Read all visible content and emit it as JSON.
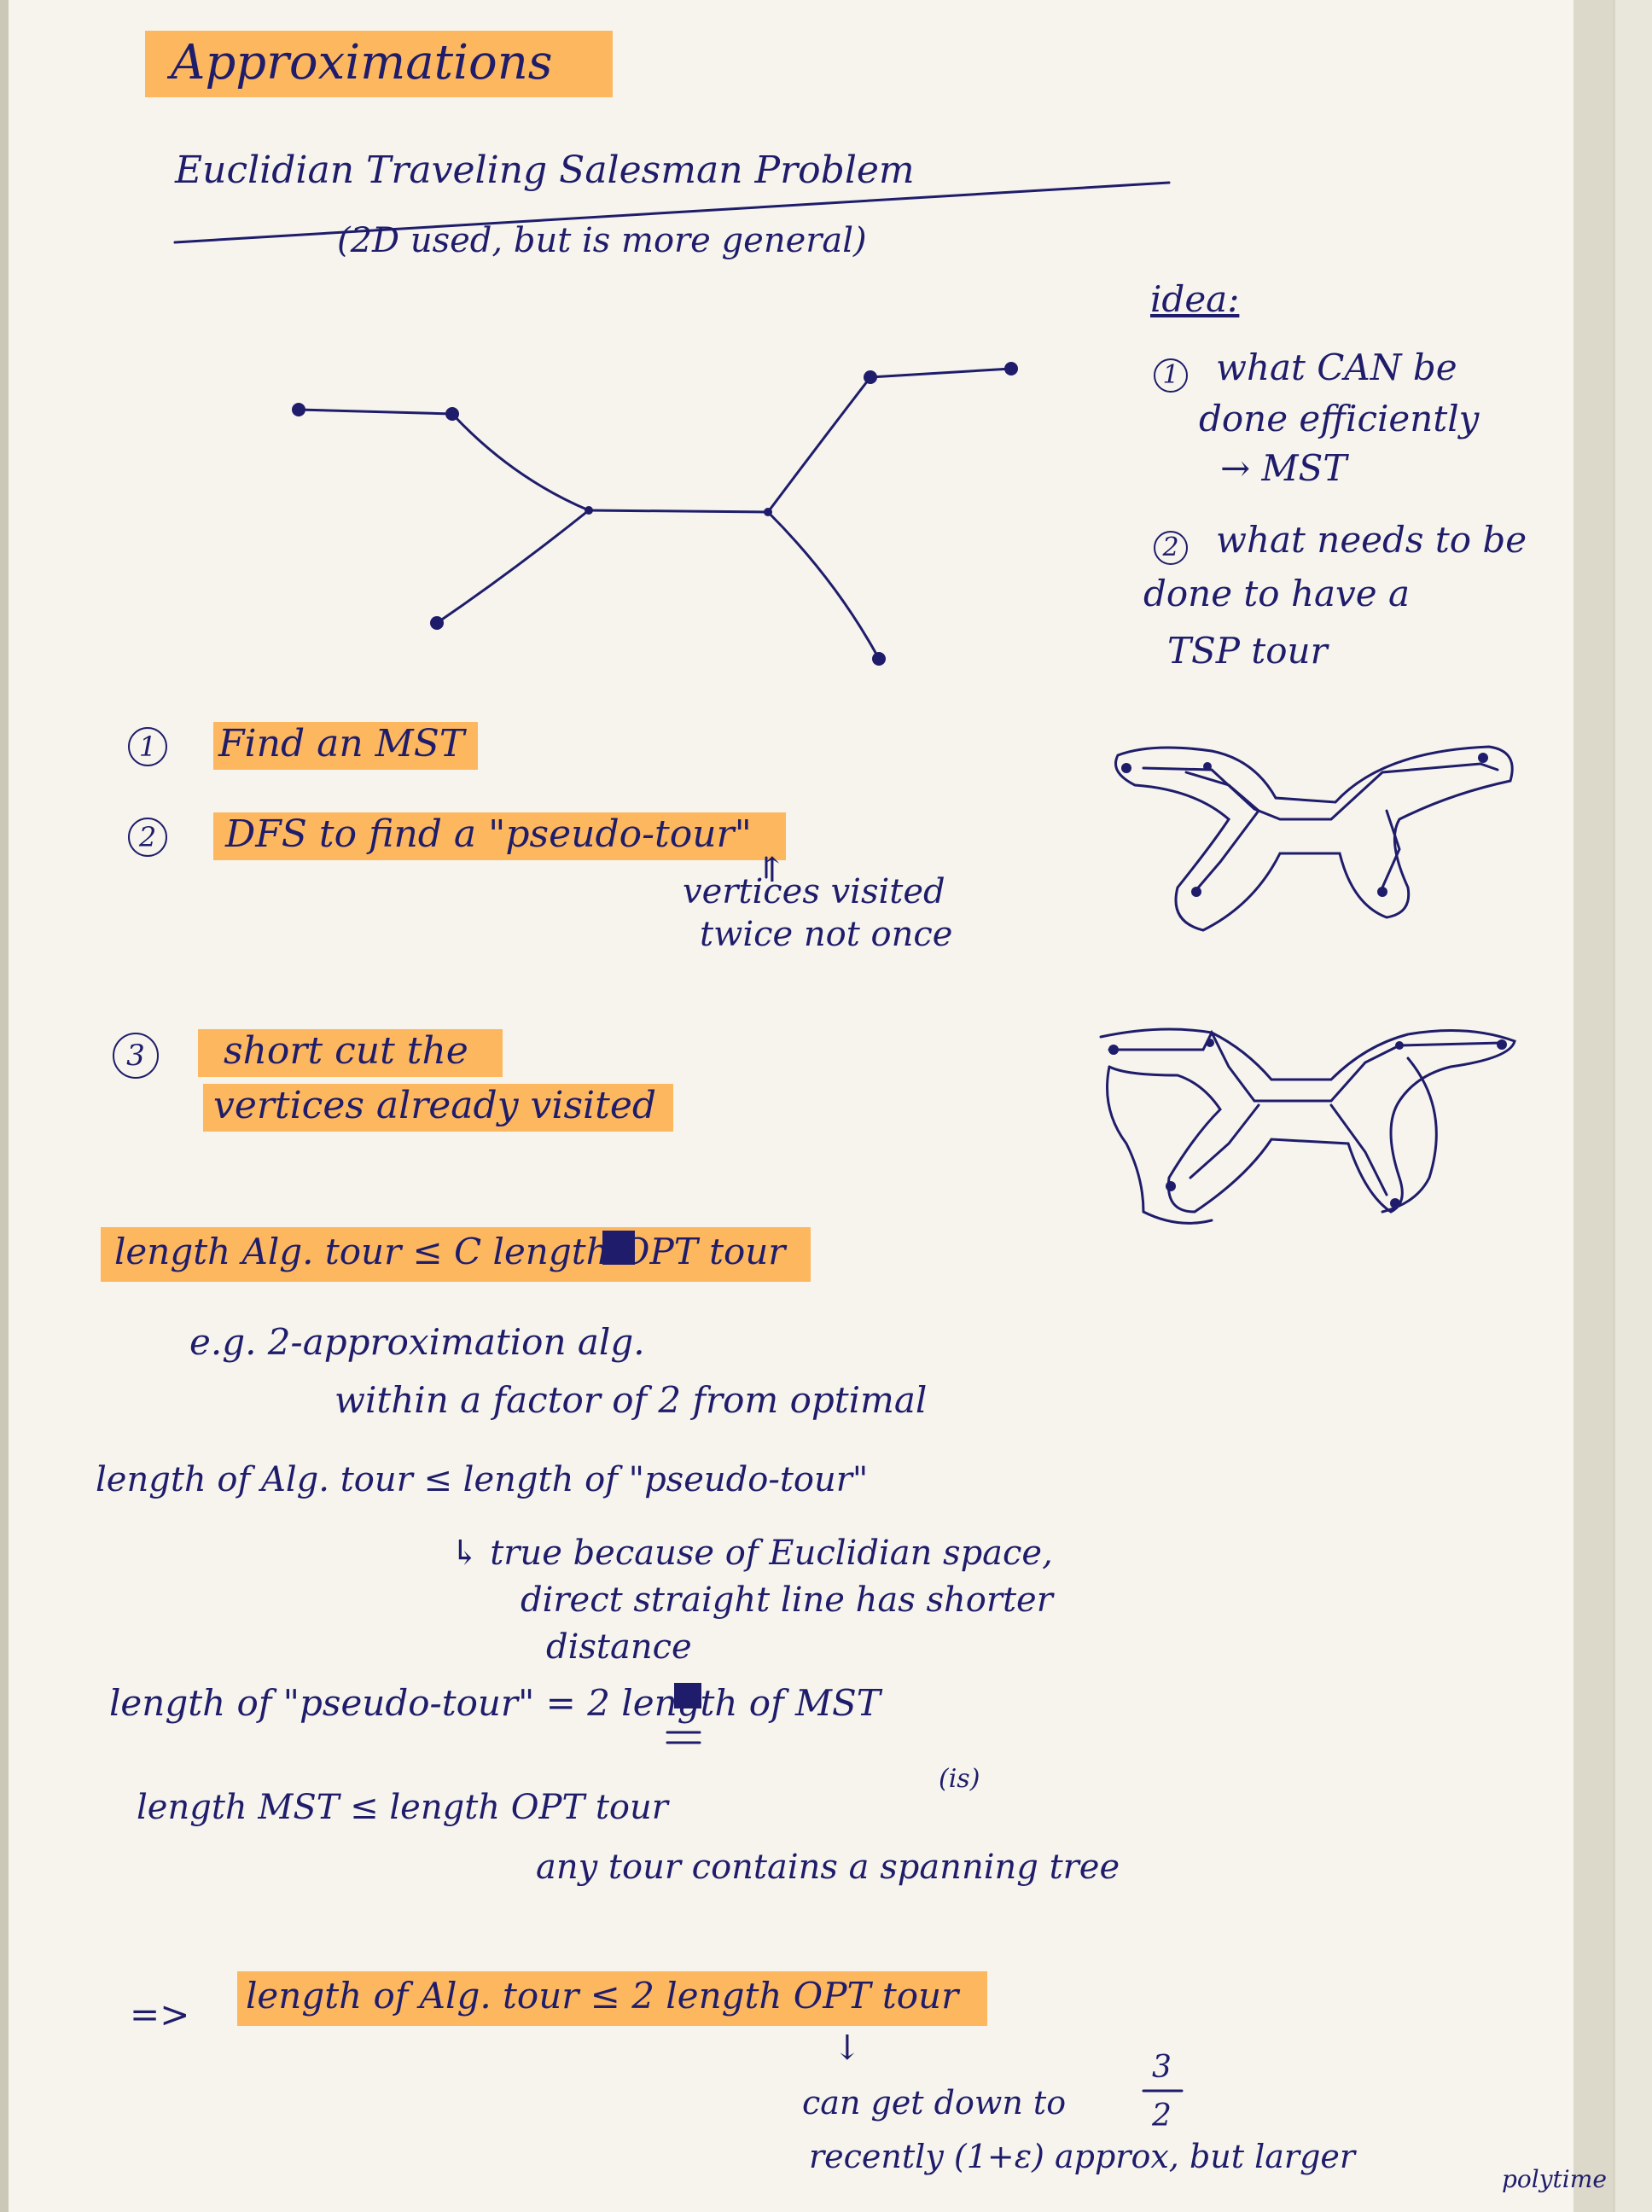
{
  "title": "Approximations",
  "problem": {
    "heading": "Euclidian Traveling Salesman Problem",
    "note": "(2D used, but is more general)"
  },
  "idea": {
    "label": "idea:",
    "point1_num": "1",
    "point1_line1": "what CAN be",
    "point1_line2": "done efficiently",
    "point1_line3": "→ MST",
    "point2_num": "2",
    "point2_line1": "what needs to be",
    "point2_line2": "done to have a",
    "point2_line3": "TSP tour"
  },
  "steps": {
    "s1_num": "1",
    "s1": "Find an MST",
    "s2_num": "2",
    "s2": "DFS to find a \"pseudo-tour\"",
    "s2_arrow": "↑",
    "s2_note1": "vertices visited",
    "s2_note2": "twice not once",
    "s3_num": "3",
    "s3_line1": "short cut the",
    "s3_line2": "vertices already visited"
  },
  "claims": {
    "main": "length Alg. tour ≤ C length OPT tour",
    "eg1": "e.g. 2-approximation alg.",
    "eg2": "within a factor of 2 from optimal",
    "c1": "length of Alg. tour  ≤  length of \"pseudo-tour\"",
    "c1_note1": "↳ true because of Euclidian space,",
    "c1_note2": "direct straight line has shorter",
    "c1_note3": "distance",
    "c2": "length of \"pseudo-tour\"  =  2 length of MST",
    "c3": "length MST   ≤  length OPT tour",
    "c3_sup": "(is)",
    "c3_note": "any tour contains a spanning tree",
    "impl": "=>",
    "final": "length of Alg. tour   ≤  2  length OPT tour",
    "down_arrow": "↓",
    "f_note1": "can get down to",
    "f_frac_num": "3",
    "f_frac_den": "2",
    "f_note2": "recently (1+ε) approx, but larger",
    "f_note3": "polytime"
  },
  "colors": {
    "ink": "#1f1d6b",
    "highlighter": "#ffa537",
    "paper": "#f6f4ec"
  }
}
